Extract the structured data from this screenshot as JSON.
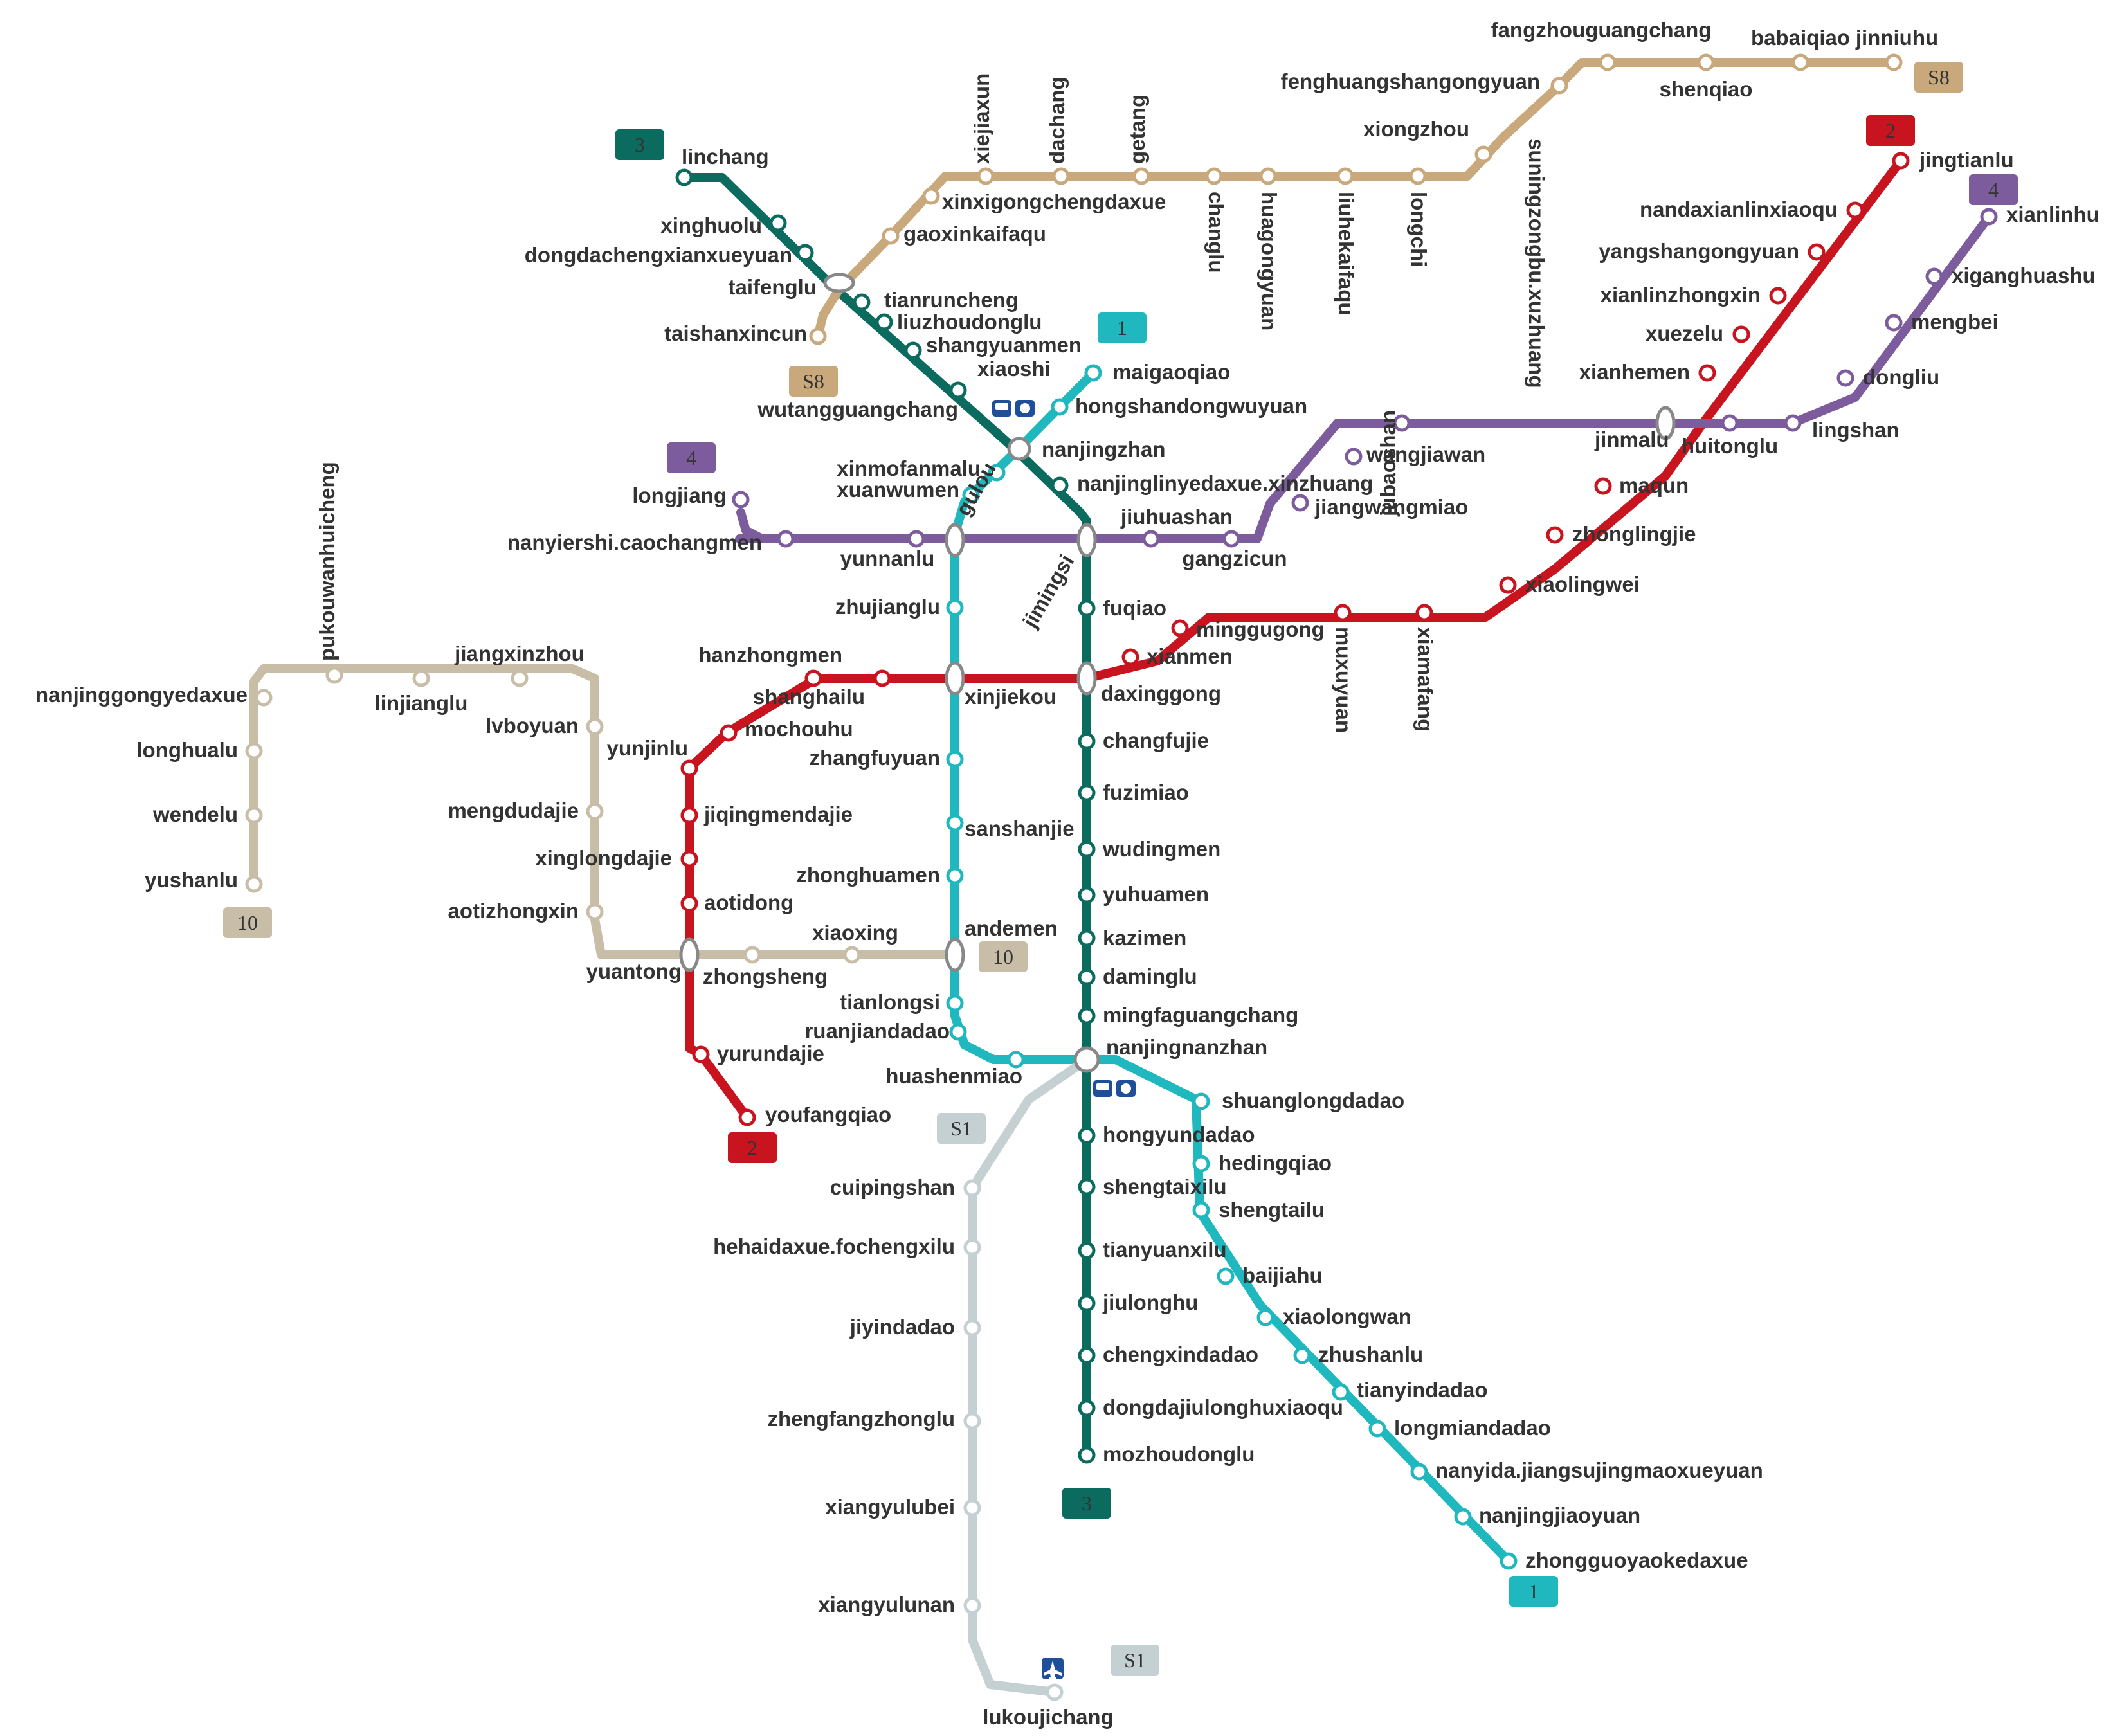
{
  "lines": [
    {
      "id": "S8",
      "label": "S8",
      "color": "#c9a97c",
      "badge_text_color": "#333333",
      "stations": [
        "taishanxincun",
        "taifenglu",
        "gaoxinkaifaqu",
        "xinxigongchengdaxue",
        "xiejiaxun",
        "dachang",
        "getang",
        "changlu",
        "huagongyuan",
        "liuhekaifaqu",
        "longchi",
        "xiongzhou",
        "fenghuangshangongyuan",
        "fangzhouguangchang",
        "shenqiao",
        "babaiqiao",
        "jinniuhu"
      ]
    },
    {
      "id": "3",
      "label": "3",
      "color": "#0b6b5e",
      "badge_text_color": "#333333",
      "stations": [
        "linchang",
        "xinghuolu",
        "dongdachengxianxueyuan",
        "taifenglu",
        "tianruncheng",
        "liuzhoudonglu",
        "shangyuanmen",
        "xiaoshi",
        "nanjingzhan",
        "nanjinglinyedaxue.xinzhuang",
        "jimingsi",
        "fuqiao",
        "daxinggong",
        "changfujie",
        "fuzimiao",
        "wudingmen",
        "yuhuamen",
        "kazimen",
        "daminglu",
        "mingfaguangchang",
        "nanjingnanzhan",
        "hongyundadao",
        "shengtaixilu",
        "tianyuanxilu",
        "jiulonghu",
        "chengxindadao",
        "dongdajiulonghuxiaoqu",
        "mozhoudonglu"
      ]
    },
    {
      "id": "1",
      "label": "1",
      "color": "#1fb8be",
      "badge_text_color": "#333333",
      "stations": [
        "maigaoqiao",
        "hongshandongwuyuan",
        "nanjingzhan",
        "xinmofanmalu",
        "xuanwumen",
        "gulou",
        "zhujianglu",
        "xinjiekou",
        "zhangfuyuan",
        "sanshanjie",
        "zhonghuamen",
        "andemen",
        "tianlongsi",
        "ruanjiandadao",
        "huashenmiao",
        "nanjingnanzhan",
        "shuanglongdadao",
        "hedingqiao",
        "shengtailu",
        "baijiahu",
        "xiaolongwan",
        "zhushanlu",
        "tianyindadao",
        "longmiandadao",
        "nanyida.jiangsujingmaoxueyuan",
        "nanjingjiaoyuan",
        "zhongguoyaokedaxue"
      ]
    },
    {
      "id": "2",
      "label": "2",
      "color": "#c8141e",
      "badge_text_color": "#c8141e",
      "stations": [
        "jingtianlu",
        "nandaxianlinxiaoqu",
        "yangshangongyuan",
        "xianlinzhongxin",
        "xuezelu",
        "xianhemen",
        "jinmalu",
        "maqun",
        "zhonglingjie",
        "xiaolingwei",
        "xiamafang",
        "muxuyuan",
        "minggugong",
        "xianmen",
        "daxinggong",
        "xinjiekou",
        "shanghailu",
        "hanzhongmen",
        "mochouhu",
        "yunjinlu",
        "jiqingmendajie",
        "xinglongdajie",
        "aotidong",
        "yuantong",
        "yurundajie",
        "youfangqiao"
      ]
    },
    {
      "id": "4",
      "label": "4",
      "color": "#7c5c9c",
      "badge_text_color": "#333333",
      "stations": [
        "xianlinhu",
        "xiganghuashu",
        "mengbei",
        "dongliu",
        "lingshan",
        "huitonglu",
        "jinmalu",
        "jubaoshan",
        "wangjiawan",
        "jiangwangmiao",
        "gangzicun",
        "jiuhuashan",
        "jimingsi",
        "gulou",
        "yunnanlu",
        "nanyiershi.caochangmen",
        "longjiang"
      ]
    },
    {
      "id": "10",
      "label": "10",
      "color": "#c8bea8",
      "badge_text_color": "#333333",
      "stations": [
        "yushanlu",
        "wendelu",
        "longhualu",
        "nanjinggongyedaxue",
        "pukouwanhuicheng",
        "linjianglu",
        "jiangxinzhou",
        "lvboyuan",
        "mengdudajie",
        "xinglongdajie",
        "aotizhongxin",
        "yuantong",
        "zhongsheng",
        "xiaoxing",
        "andemen"
      ]
    },
    {
      "id": "S1",
      "label": "S1",
      "color": "#c4d0d2",
      "badge_text_color": "#333333",
      "stations": [
        "nanjingnanzhan",
        "cuipingshan",
        "hehaidaxue.fochengxilu",
        "jiyindadao",
        "zhengfangzhonglu",
        "xiangyulubei",
        "xiangyulunan",
        "lukoujichang"
      ]
    }
  ],
  "labels": {
    "fangzhouguangchang": "fangzhouguangchang",
    "babaiqiao": "babaiqiao",
    "jinniuhu": "jinniuhu",
    "fenghuangshangongyuan": "fenghuangshangongyuan",
    "shenqiao": "shenqiao",
    "xiongzhou": "xiongzhou",
    "xiejiaxun": "xiejiaxun",
    "dachang": "dachang",
    "getang": "getang",
    "changlu": "changlu",
    "huagongyuan": "huagongyuan",
    "liuhekaifaqu": "liuhekaifaqu",
    "longchi": "longchi",
    "suningzongbu.xuzhuang": "suningzongbu.xuzhuang",
    "jubaoshan": "jubaoshan",
    "xinxigongchengdaxue": "xinxigongchengdaxue",
    "gaoxinkaifaqu": "gaoxinkaifaqu",
    "taishanxincun": "taishanxincun",
    "linchang": "linchang",
    "xinghuolu": "xinghuolu",
    "dongdachengxianxueyuan": "dongdachengxianxueyuan",
    "taifenglu": "taifenglu",
    "tianruncheng": "tianruncheng",
    "liuzhoudonglu": "liuzhoudonglu",
    "shangyuanmen": "shangyuanmen",
    "xiaoshi": "xiaoshi",
    "wutangguangchang": "wutangguangchang",
    "maigaoqiao": "maigaoqiao",
    "hongshandongwuyuan": "hongshandongwuyuan",
    "nanjingzhan": "nanjingzhan",
    "xinmofanmalu": "xinmofanmalu",
    "xuanwumen": "xuanwumen",
    "gulou": "gulou",
    "nanjinglinyedaxue.xinzhuang": "nanjinglinyedaxue.xinzhuang",
    "jimingsi": "jimingsi",
    "jiuhuashan": "jiuhuashan",
    "gangzicun": "gangzicun",
    "jiangwangmiao": "jiangwangmiao",
    "wangjiawan": "wangjiawan",
    "jinmalu": "jinmalu",
    "huitonglu": "huitonglu",
    "lingshan": "lingshan",
    "dongliu": "dongliu",
    "mengbei": "mengbei",
    "xiganghuashu": "xiganghuashu",
    "xianlinhu": "xianlinhu",
    "jingtianlu": "jingtianlu",
    "nandaxianlinxiaoqu": "nandaxianlinxiaoqu",
    "yangshangongyuan": "yangshangongyuan",
    "xianlinzhongxin": "xianlinzhongxin",
    "xuezelu": "xuezelu",
    "xianhemen": "xianhemen",
    "maqun": "maqun",
    "zhonglingjie": "zhonglingjie",
    "xiaolingwei": "xiaolingwei",
    "longjiang": "longjiang",
    "nanyiershi.caochangmen": "nanyiershi.caochangmen",
    "yunnanlu": "yunnanlu",
    "zhujianglu": "zhujianglu",
    "fuqiao": "fuqiao",
    "minggugong": "minggugong",
    "xianmen": "xianmen",
    "muxuyuan": "muxuyuan",
    "xiamafang": "xiamafang",
    "pukouwanhuicheng": "pukouwanhuicheng",
    "jiangxinzhou": "jiangxinzhou",
    "nanjinggongyedaxue": "nanjinggongyedaxue",
    "linjianglu": "linjianglu",
    "lvboyuan": "lvboyuan",
    "hanzhongmen": "hanzhongmen",
    "shanghailu": "shanghailu",
    "xinjiekou": "xinjiekou",
    "daxinggong": "daxinggong",
    "mochouhu": "mochouhu",
    "yunjinlu": "yunjinlu",
    "zhangfuyuan": "zhangfuyuan",
    "changfujie": "changfujie",
    "longhualu": "longhualu",
    "fuzimiao": "fuzimiao",
    "wendelu": "wendelu",
    "mengdudajie": "mengdudajie",
    "jiqingmendajie": "jiqingmendajie",
    "sanshanjie": "sanshanjie",
    "wudingmen": "wudingmen",
    "yushanlu": "yushanlu",
    "xinglongdajie": "xinglongdajie",
    "zhonghuamen": "zhonghuamen",
    "yuhuamen": "yuhuamen",
    "aotidong": "aotidong",
    "aotizhongxin": "aotizhongxin",
    "andemen": "andemen",
    "xiaoxing": "xiaoxing",
    "kazimen": "kazimen",
    "yuantong": "yuantong",
    "zhongsheng": "zhongsheng",
    "daminglu": "daminglu",
    "tianlongsi": "tianlongsi",
    "mingfaguangchang": "mingfaguangchang",
    "ruanjiandadao": "ruanjiandadao",
    "yurundajie": "yurundajie",
    "nanjingnanzhan": "nanjingnanzhan",
    "huashenmiao": "huashenmiao",
    "shuanglongdadao": "shuanglongdadao",
    "youfangqiao": "youfangqiao",
    "hongyundadao": "hongyundadao",
    "hedingqiao": "hedingqiao",
    "cuipingshan": "cuipingshan",
    "shengtaixilu": "shengtaixilu",
    "shengtailu": "shengtailu",
    "hehaidaxue.fochengxilu": "hehaidaxue.fochengxilu",
    "tianyuanxilu": "tianyuanxilu",
    "baijiahu": "baijiahu",
    "jiulonghu": "jiulonghu",
    "xiaolongwan": "xiaolongwan",
    "jiyindadao": "jiyindadao",
    "chengxindadao": "chengxindadao",
    "zhushanlu": "zhushanlu",
    "tianyindadao": "tianyindadao",
    "dongdajiulonghuxiaoqu": "dongdajiulonghuxiaoqu",
    "zhengfangzhonglu": "zhengfangzhonglu",
    "longmiandadao": "longmiandadao",
    "mozhoudonglu": "mozhoudonglu",
    "nanyida.jiangsujingmaoxueyuan": "nanyida.jiangsujingmaoxueyuan",
    "xiangyulubei": "xiangyulubei",
    "nanjingjiaoyuan": "nanjingjiaoyuan",
    "zhongguoyaokedaxue": "zhongguoyaokedaxue",
    "xiangyulunan": "xiangyulunan",
    "lukoujichang": "lukoujichang"
  },
  "icons": {
    "railway": "railway-station-icon",
    "airport": "airport-icon"
  }
}
